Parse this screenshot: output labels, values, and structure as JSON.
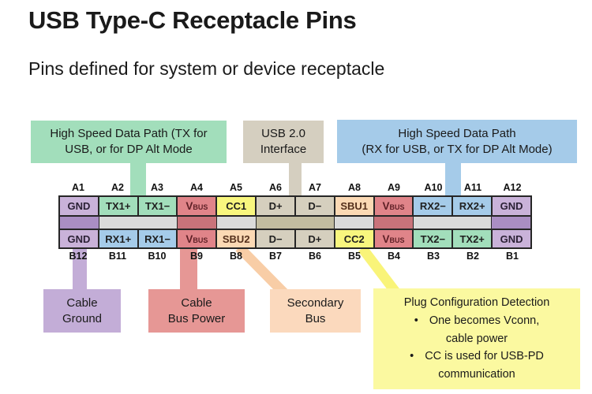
{
  "title": "USB Type-C Receptacle Pins",
  "subtitle": "Pins defined for system or device receptacle",
  "callouts": {
    "tx_path": {
      "line1": "High Speed Data Path (TX for",
      "line2": "USB, or for DP Alt Mode"
    },
    "usb2": {
      "line1": "USB 2.0",
      "line2": "Interface"
    },
    "rx_path": {
      "line1": "High Speed Data Path",
      "line2": "(RX for USB, or TX for DP Alt Mode)"
    },
    "cable_ground": {
      "line1": "Cable",
      "line2": "Ground"
    },
    "cable_bus_power": {
      "line1": "Cable",
      "line2": "Bus Power"
    },
    "secondary_bus": {
      "line1": "Secondary",
      "line2": "Bus"
    },
    "plug_config": {
      "title": "Plug Configuration Detection",
      "bullet": "•",
      "b1_line1": "One becomes Vconn,",
      "b1_line2": "cable power",
      "b2_line1": "CC is used for USB-PD",
      "b2_line2": "communication"
    }
  },
  "pin_labels": {
    "a": [
      "A1",
      "A2",
      "A3",
      "A4",
      "A5",
      "A6",
      "A7",
      "A8",
      "A9",
      "A10",
      "A11",
      "A12"
    ],
    "b": [
      "B12",
      "B11",
      "B10",
      "B9",
      "B8",
      "B7",
      "B6",
      "B5",
      "B4",
      "B3",
      "B2",
      "B1"
    ]
  },
  "pins": {
    "a": [
      {
        "label": "GND"
      },
      {
        "label": "TX1+"
      },
      {
        "label": "TX1−"
      },
      {
        "main": "V",
        "sub": "BUS"
      },
      {
        "label": "CC1"
      },
      {
        "label": "D+"
      },
      {
        "label": "D−"
      },
      {
        "label": "SBU1"
      },
      {
        "main": "V",
        "sub": "BUS"
      },
      {
        "label": "RX2−"
      },
      {
        "label": "RX2+"
      },
      {
        "label": "GND"
      }
    ],
    "b": [
      {
        "label": "GND"
      },
      {
        "label": "RX1+"
      },
      {
        "label": "RX1−"
      },
      {
        "main": "V",
        "sub": "BUS"
      },
      {
        "label": "SBU2"
      },
      {
        "label": "D−"
      },
      {
        "label": "D+"
      },
      {
        "label": "CC2"
      },
      {
        "main": "V",
        "sub": "BUS"
      },
      {
        "label": "TX2−"
      },
      {
        "label": "TX2+"
      },
      {
        "label": "GND"
      }
    ]
  },
  "colors": {
    "gnd_cell": "#c9b2d9",
    "tx_green": "#a2debb",
    "rx_blue": "#a5cbe9",
    "vbus_red": "#e08489",
    "cc_yellow": "#f8f67e",
    "usb2_tan": "#d5cfbe",
    "sbu_peach": "#fbd9b4",
    "mid_gray": "#dadada",
    "mid_gnd": "#aa8ec3",
    "mid_vbus": "#c9737a",
    "mid_usb2": "#c2bca0",
    "callout_green": "#a2debb",
    "callout_tan": "#d5cfc0",
    "callout_blue": "#a5cbe9",
    "callout_purple": "#c3add7",
    "callout_red": "#e69795",
    "callout_peach": "#fbd9bd",
    "callout_yellow": "#fbf9a0",
    "border": "#262626"
  }
}
